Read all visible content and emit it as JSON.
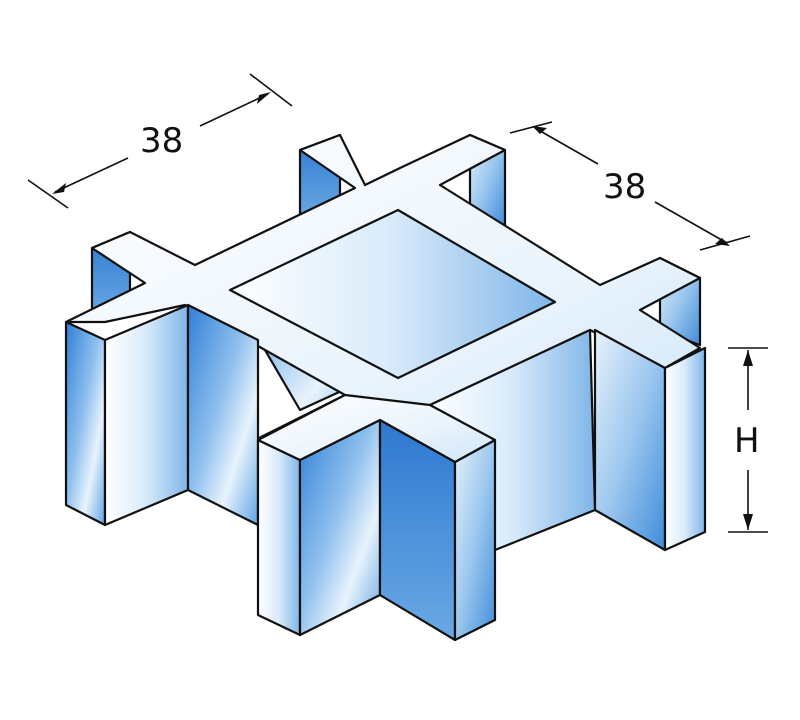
{
  "dimensions": {
    "top_width": "38",
    "top_depth": "38",
    "height": "H"
  },
  "colors": {
    "face_light": "#eaf4fc",
    "face_mid": "#9cc7ee",
    "face_dark": "#2f7fd6",
    "outline": "#111111"
  }
}
